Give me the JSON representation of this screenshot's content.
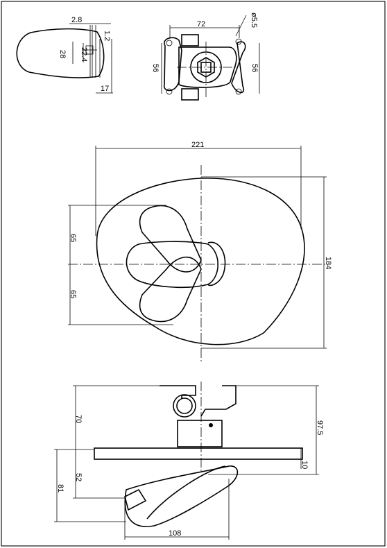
{
  "drawing": {
    "dims_side_small": {
      "d1": "2.8",
      "d2": "1.2",
      "d3": "22.4",
      "d4": "28",
      "d5": "17"
    },
    "dims_back": {
      "width": "72",
      "hole": "ø5.5",
      "left": "56",
      "right": "56"
    },
    "dims_front": {
      "width": "221",
      "upper": "65",
      "lower": "65",
      "height": "184"
    },
    "dims_side": {
      "body_height": "70",
      "total_height": "97.5",
      "plate": "10",
      "lever_height": "52",
      "overall": "81",
      "lever_length": "108"
    }
  }
}
